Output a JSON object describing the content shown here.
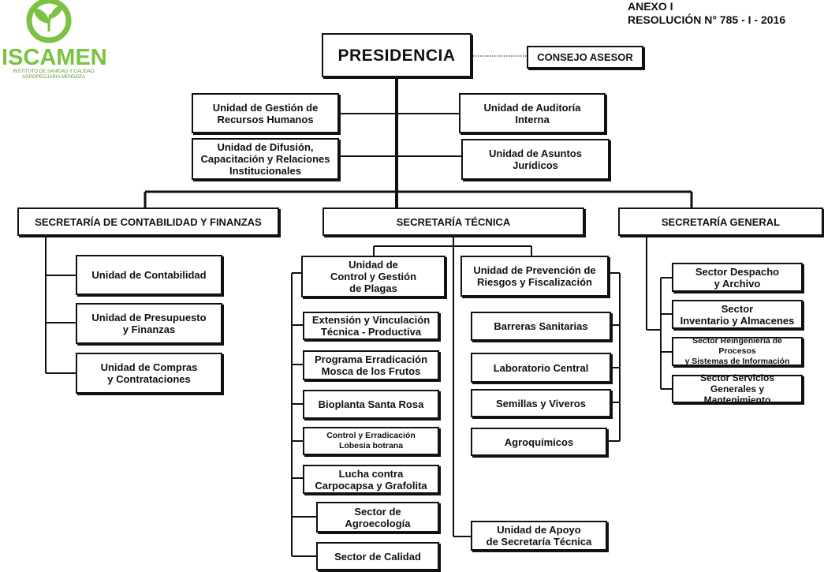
{
  "header": {
    "annex": "ANEXO I\nRESOLUCIÓN N° 785 - I - 2016"
  },
  "logo": {
    "wordmark": "ISCAMEN",
    "subtitle": "INSTITUTO DE SANIDAD Y CALIDAD\nAGROPECUARIA MENDOZA",
    "icon": "sprout-leaf-icon",
    "color": "#7bc142"
  },
  "org": {
    "presidencia": "PRESIDENCIA",
    "consejo": "CONSEJO ASESOR",
    "staff_left": [
      "Unidad de Gestión de\nRecursos Humanos",
      "Unidad de Difusión,\nCapacitación y Relaciones\nInstitucionales"
    ],
    "staff_right": [
      "Unidad de Auditoría\nInterna",
      "Unidad de Asuntos\nJurídicos"
    ],
    "sec_contab": {
      "title": "SECRETARÍA DE CONTABILIDAD Y FINANZAS",
      "units": [
        "Unidad de Contabilidad",
        "Unidad de Presupuesto\ny Finanzas",
        "Unidad de Compras\ny Contrataciones"
      ]
    },
    "sec_tecnica": {
      "title": "SECRETARÍA TÉCNICA",
      "control": {
        "title": "Unidad de\nControl y Gestión\nde Plagas",
        "items": [
          "Extensión y Vinculación\nTécnica - Productiva",
          "Programa Erradicación\nMosca de los Frutos",
          "Bioplanta Santa Rosa",
          "Control y Erradicación\nLobesia botrana",
          "Lucha contra\nCarpocapsa y Grafolita",
          "Sector de Agroecología",
          "Sector de Calidad"
        ]
      },
      "prevencion": {
        "title": "Unidad de Prevención de\nRiesgos y Fiscalización",
        "items": [
          "Barreras Sanitarias",
          "Laboratorio Central",
          "Semillas y Viveros",
          "Agroquímicos"
        ]
      },
      "apoyo": "Unidad de Apoyo\nde Secretaría Técnica"
    },
    "sec_general": {
      "title": "SECRETARÍA GENERAL",
      "sectors": [
        "Sector Despacho\ny Archivo",
        "Sector\nInventario y Almacenes",
        "Sector Reingeniería de Procesos\ny Sistemas de Información",
        "Sector Servicios\nGenerales y Mantenimiento"
      ]
    }
  }
}
